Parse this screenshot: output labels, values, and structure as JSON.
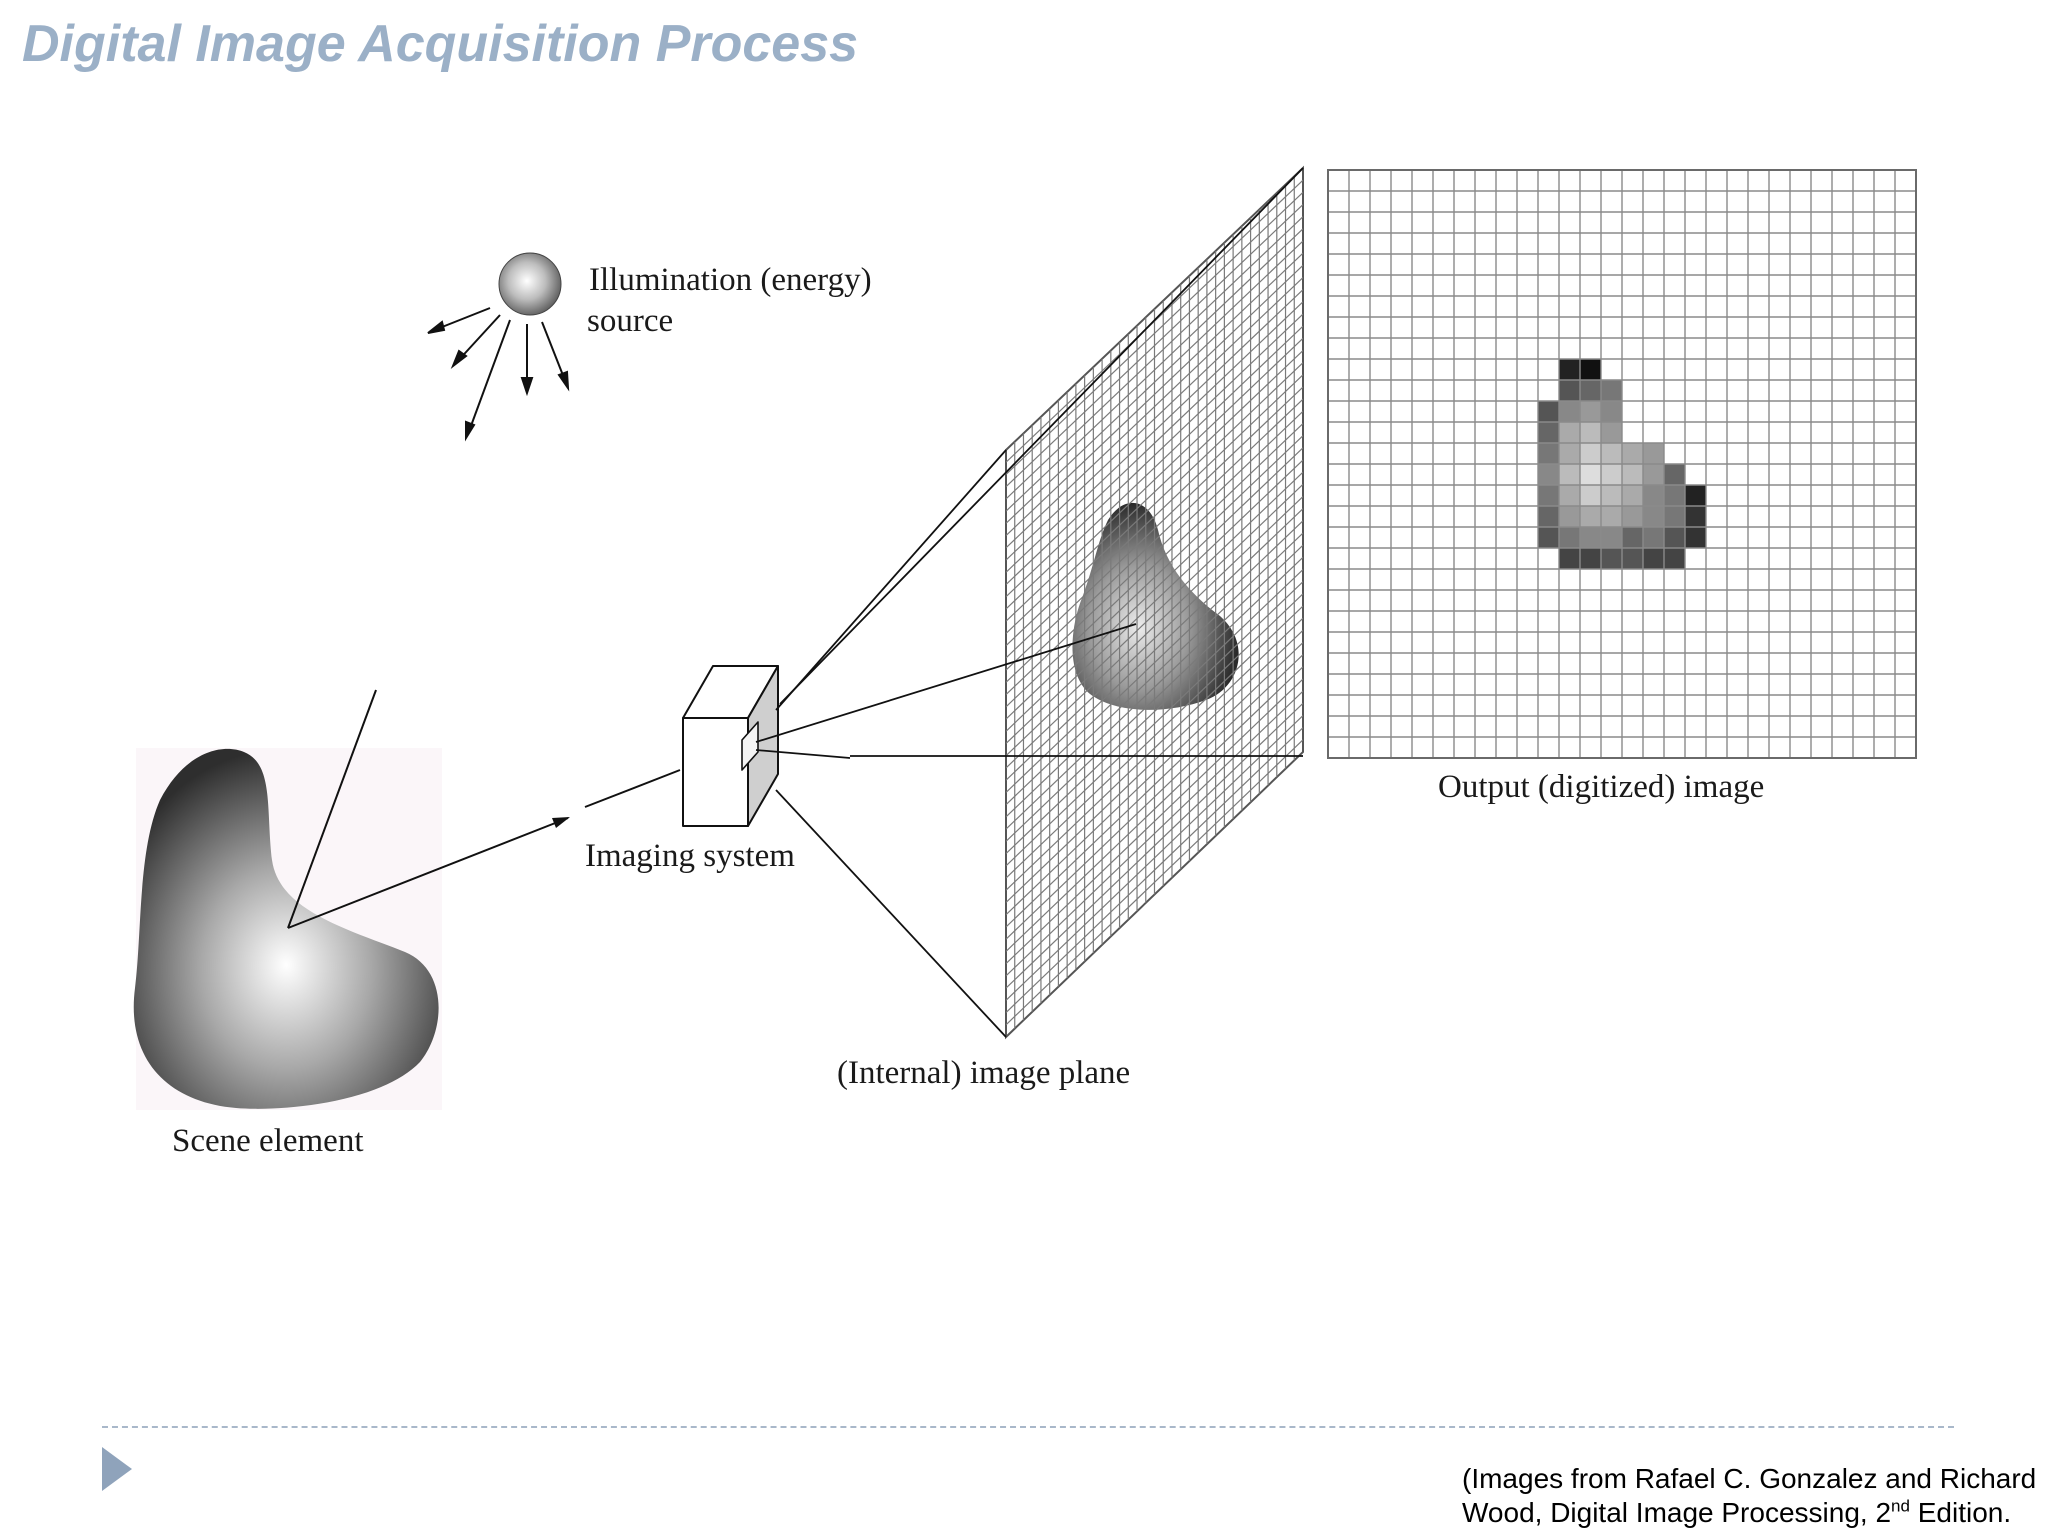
{
  "slide": {
    "title": "Digital Image Acquisition Process"
  },
  "colors": {
    "title": "#9bb0c7",
    "divider": "#a9b8ca",
    "bullet": "#8fa3bb",
    "line": "#111111",
    "grid": "#8a8a8a"
  },
  "diagram": {
    "labels": {
      "illumination_line1": "Illumination (energy)",
      "illumination_line2": "source",
      "imaging_system": "Imaging system",
      "image_plane": "(Internal) image plane",
      "scene_element": "Scene element",
      "output_image": "Output (digitized) image"
    }
  },
  "citation": {
    "line1": "(Images from Rafael C. Gonzalez and Richard",
    "line2_before": "Wood, Digital Image Processing, 2",
    "line2_sup": "nd",
    "line2_after": " Edition."
  }
}
